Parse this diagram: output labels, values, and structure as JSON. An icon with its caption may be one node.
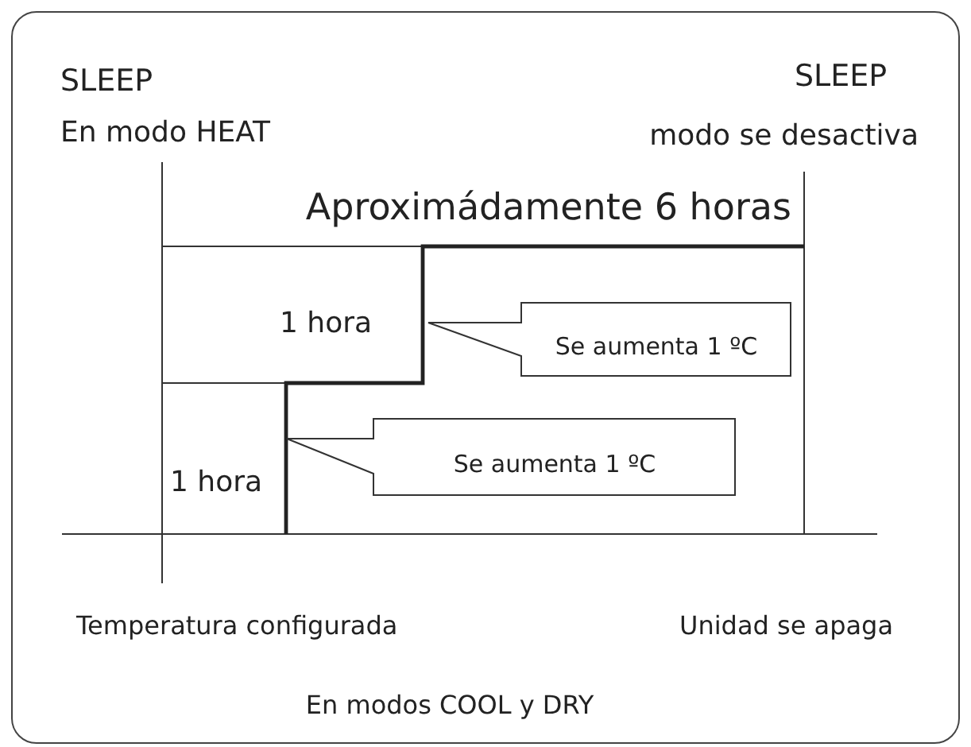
{
  "diagram": {
    "nodes": [
      {
        "text": [
          "Se aumenta 1 ºC"
        ]
      },
      {
        "text": [
          "Se aumenta 1 ºC"
        ]
      }
    ],
    "labels": [
      "SLEEP",
      "SLEEP",
      "En modo HEAT",
      "modo se desactiva",
      "Aproximádamente 6 horas",
      "1 hora",
      "1 hora",
      "Temperatura configurada",
      "Unidad se apaga",
      "En modos COOL y DRY"
    ]
  }
}
